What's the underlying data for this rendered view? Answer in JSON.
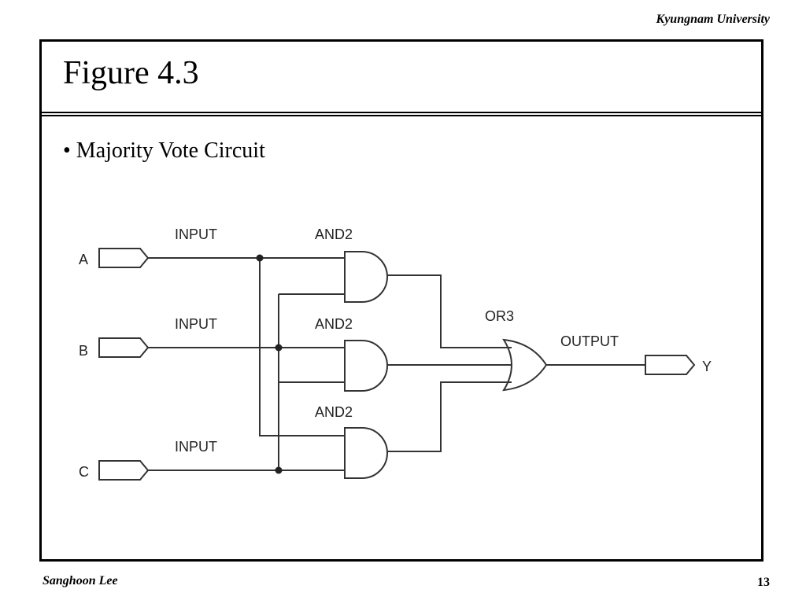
{
  "header": {
    "org": "Kyungnam University"
  },
  "slide": {
    "title": "Figure 4.3",
    "bullet": "• Majority Vote Circuit"
  },
  "diagram": {
    "inputs": [
      {
        "pin": "A",
        "label": "INPUT"
      },
      {
        "pin": "B",
        "label": "INPUT"
      },
      {
        "pin": "C",
        "label": "INPUT"
      }
    ],
    "and_gates": [
      {
        "label": "AND2"
      },
      {
        "label": "AND2"
      },
      {
        "label": "AND2"
      }
    ],
    "or_gate": {
      "label": "OR3"
    },
    "output": {
      "label": "OUTPUT",
      "pin": "Y"
    }
  },
  "footer": {
    "author": "Sanghoon Lee",
    "page": "13"
  }
}
